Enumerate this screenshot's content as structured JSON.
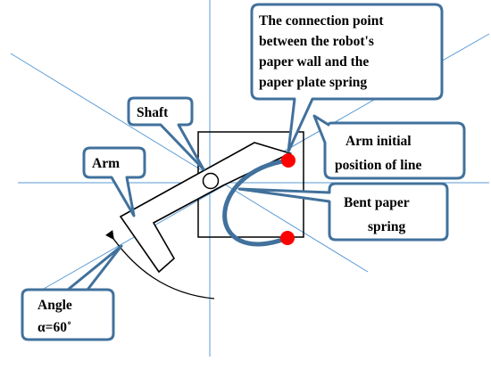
{
  "labels": {
    "connection_line1": "The connection point",
    "connection_line2": "between the robot's",
    "connection_line3": "paper wall and the",
    "connection_line4": "paper plate spring",
    "shaft": "Shaft",
    "arm": "Arm",
    "arm_initial_line1": "Arm initial",
    "arm_initial_line2": "position of line",
    "bent_spring_line1": "Bent paper",
    "bent_spring_line2": "spring",
    "angle_line1": "Angle",
    "angle_line2": "α=60˚"
  },
  "colors": {
    "callout_border": "#41719c",
    "guide_line": "#5b9bd5",
    "spring": "#41719c",
    "connection_point": "#ff0000",
    "ink": "#000000"
  },
  "angle_degrees": 60
}
